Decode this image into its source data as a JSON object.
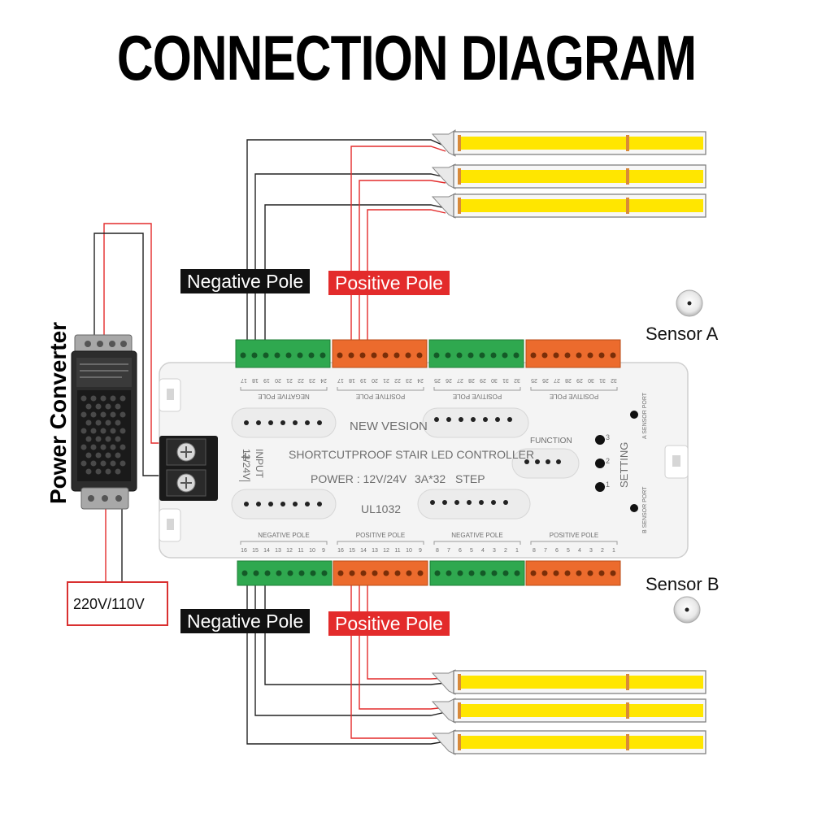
{
  "title": "CONNECTION DIAGRAM",
  "labels": {
    "negative_pole": "Negative Pole",
    "positive_pole": "Positive Pole",
    "sensor_a": "Sensor A",
    "sensor_b": "Sensor B",
    "power_converter": "Power Converter",
    "mains_voltage": "220V/110V"
  },
  "controller": {
    "new_version": "NEW VESION",
    "name": "SHORTCUTPROOF STAIR LED CONTROLLER",
    "power": "POWER : 12V/24V",
    "rating": "3A*32",
    "step": "STEP",
    "model": "UL1032",
    "function": "FUNCTION",
    "setting": "SETTING",
    "input": "INPUT",
    "input_voltage": "12/24V",
    "plus": "+",
    "minus": "—",
    "a_sensor_port": "A SENSOR PORT",
    "b_sensor_port": "B SENSOR PORT",
    "setting_buttons": [
      "3",
      "2",
      "1"
    ],
    "top_pole_labels": [
      "NEGATIVE POLE",
      "POSITIVE POLE",
      "POSITIVE POLE",
      "POSITIVE POLE"
    ],
    "bottom_pole_labels": [
      "NEGATIVE POLE",
      "POSITIVE POLE",
      "NEGATIVE POLE",
      "POSITIVE POLE"
    ],
    "top_numbers": [
      [
        "17",
        "18",
        "19",
        "20",
        "21",
        "22",
        "23",
        "24"
      ],
      [
        "17",
        "18",
        "19",
        "20",
        "21",
        "22",
        "23",
        "24"
      ],
      [
        "25",
        "26",
        "27",
        "28",
        "29",
        "30",
        "31",
        "32"
      ],
      [
        "25",
        "26",
        "27",
        "28",
        "29",
        "30",
        "31",
        "32"
      ]
    ],
    "bottom_numbers": [
      [
        "16",
        "15",
        "14",
        "13",
        "12",
        "11",
        "10",
        "9"
      ],
      [
        "16",
        "15",
        "14",
        "13",
        "12",
        "11",
        "10",
        "9"
      ],
      [
        "8",
        "7",
        "6",
        "5",
        "4",
        "3",
        "2",
        "1"
      ],
      [
        "8",
        "7",
        "6",
        "5",
        "4",
        "3",
        "2",
        "1"
      ]
    ]
  },
  "colors": {
    "negative": "#111111",
    "positive": "#e32b2b",
    "terminal_green": "#2fa84f",
    "terminal_orange": "#ec6b2d",
    "led_yellow": "#ffe600"
  }
}
